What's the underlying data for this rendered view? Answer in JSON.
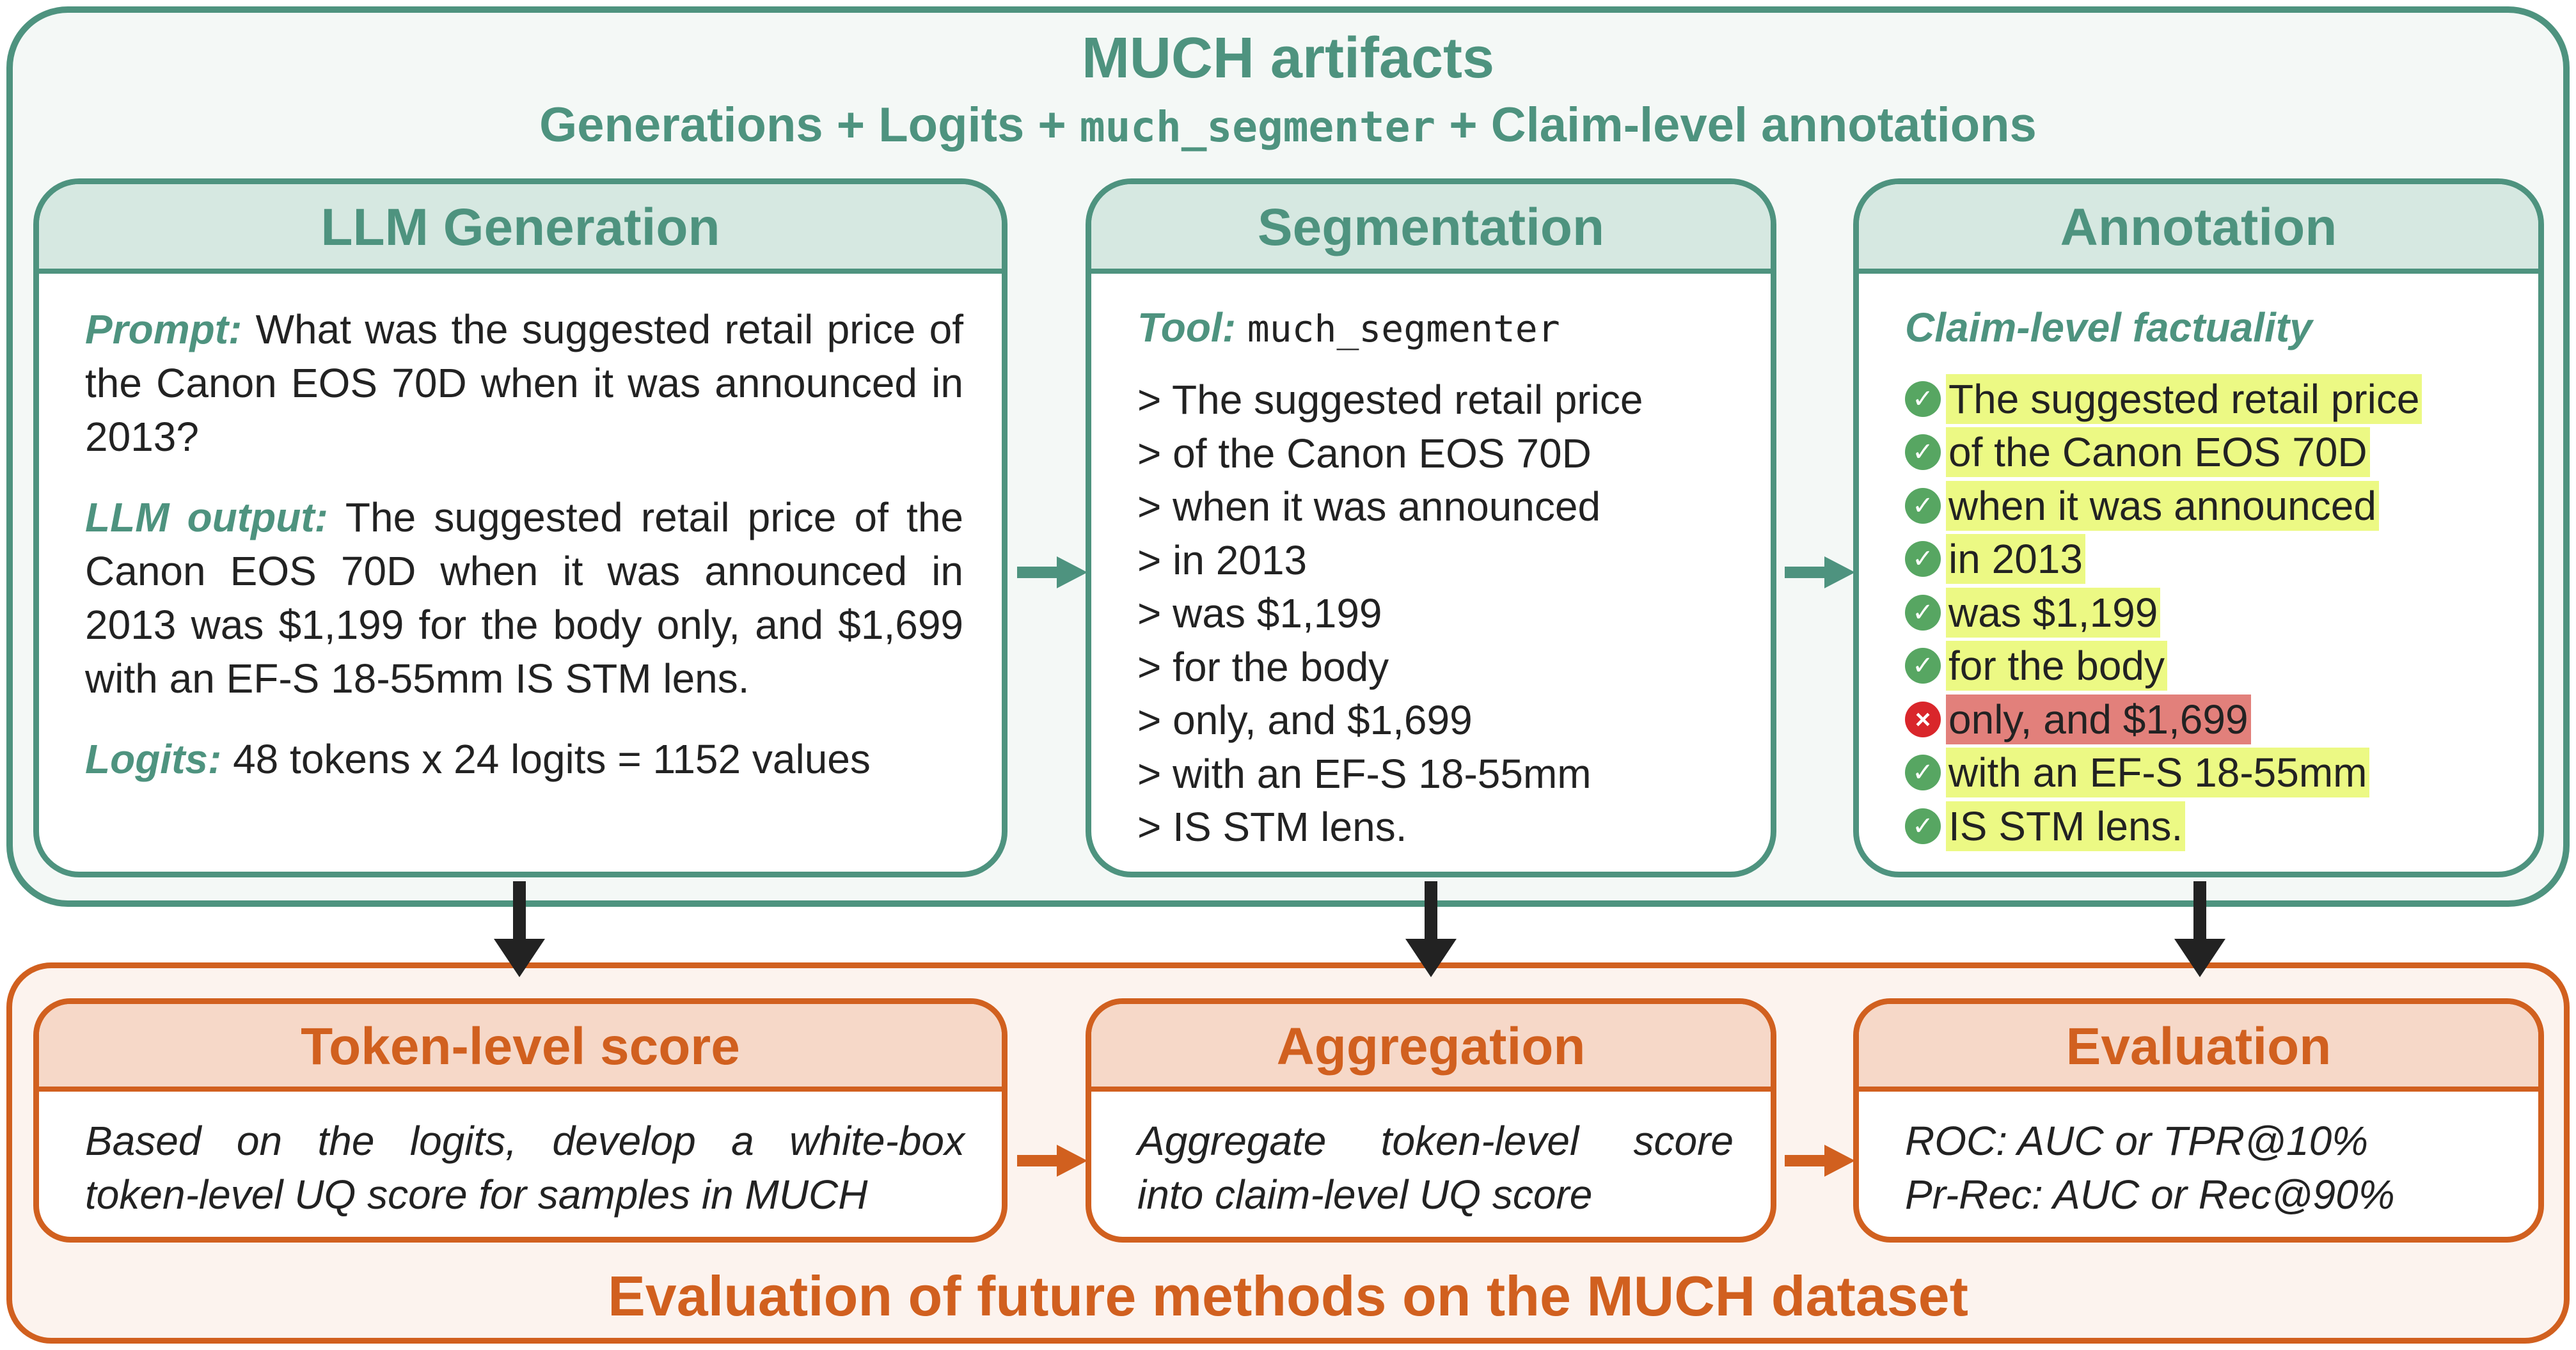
{
  "artifacts": {
    "title": "MUCH artifacts",
    "subtitle_parts": [
      "Generations + Logits + ",
      "much_segmenter",
      " + Claim-level annotations"
    ]
  },
  "generation": {
    "header": "LLM Generation",
    "prompt_label": "Prompt:",
    "prompt_text": " What was the suggested retail price of the Canon EOS 70D when it was announced in 2013?",
    "output_label": "LLM output:",
    "output_text": " The suggested retail price of the Canon EOS 70D when it was announced in 2013 was $1,199 for the body only, and $1,699 with an EF-S 18-55mm IS STM lens.",
    "logits_label": "Logits:",
    "logits_text": " 48 tokens x 24 logits = 1152 values"
  },
  "segmentation": {
    "header": "Segmentation",
    "tool_label": "Tool:",
    "tool_name": "much_segmenter",
    "segments": [
      "> The suggested retail price",
      "> of the Canon EOS 70D",
      "> when it was announced",
      "> in 2013",
      "> was $1,199",
      "> for the body",
      "> only, and $1,699",
      "> with an EF-S 18-55mm",
      "> IS STM lens."
    ]
  },
  "annotation": {
    "header": "Annotation",
    "heading": "Claim-level factuality",
    "claims": [
      {
        "text": "The suggested retail price",
        "status": "correct",
        "icon": "check-circle-icon"
      },
      {
        "text": "of the Canon EOS 70D",
        "status": "correct",
        "icon": "check-circle-icon"
      },
      {
        "text": "when it was announced",
        "status": "correct",
        "icon": "check-circle-icon"
      },
      {
        "text": "in 2013",
        "status": "correct",
        "icon": "check-circle-icon"
      },
      {
        "text": "was $1,199",
        "status": "correct",
        "icon": "check-circle-icon"
      },
      {
        "text": "for the body",
        "status": "correct",
        "icon": "check-circle-icon"
      },
      {
        "text": "only, and $1,699",
        "status": "incorrect",
        "icon": "x-circle-icon"
      },
      {
        "text": "with an EF-S 18-55mm",
        "status": "correct",
        "icon": "check-circle-icon"
      },
      {
        "text": "IS STM lens.",
        "status": "correct",
        "icon": "check-circle-icon"
      }
    ]
  },
  "token_score": {
    "header": "Token-level score",
    "lines": [
      "Based on the logits, develop a white-box",
      "token-level UQ score for samples in MUCH"
    ]
  },
  "aggregation": {
    "header": "Aggregation",
    "lines": [
      "Aggregate token-level score",
      "into claim-level UQ score"
    ]
  },
  "eval_panel": {
    "header": "Evaluation",
    "lines": [
      "ROC: AUC or TPR@10%",
      "Pr-Rec: AUC or Rec@90%"
    ]
  },
  "evaluation": {
    "title": "Evaluation of future methods on the MUCH dataset"
  },
  "colors": {
    "green": "#4e937f",
    "green_header": "#d6e8e1",
    "orange": "#d1601f",
    "orange_header": "#f6d8c8",
    "correct_highlight": "#ecf984",
    "incorrect_highlight": "#e2807b",
    "arrow_dark": "#222222"
  }
}
